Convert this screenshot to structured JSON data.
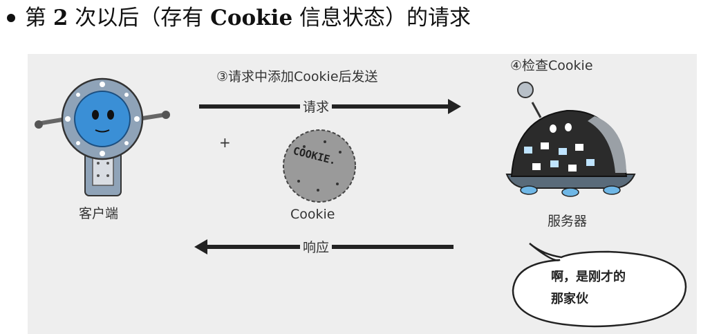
{
  "heading": {
    "prefix": "第",
    "num": "2",
    "mid": "次以后（存有",
    "cookie_word": "Cookie",
    "suffix": "信息状态）的请求"
  },
  "diagram": {
    "step3_label": "③请求中添加Cookie后发送",
    "step4_label": "④检查Cookie",
    "request_label": "请求",
    "response_label": "响应",
    "client_label": "客户端",
    "server_label": "服务器",
    "cookie_label": "Cookie",
    "cookie_stamp": "COOKIE.",
    "plus": "+",
    "bubble_line1": "啊，是刚才的",
    "bubble_line2": "那家伙"
  },
  "colors": {
    "panel": "#eeeeee",
    "robot_blue": "#3a8fd6",
    "robot_gray": "#8fa3b8",
    "arrow": "#222222",
    "cookie_gray": "#9a9a9a"
  }
}
